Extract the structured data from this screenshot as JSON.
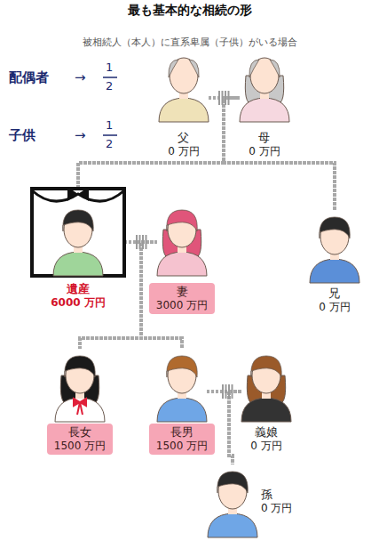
{
  "diagram": {
    "title": "最も基本的な相続の形",
    "nodes": [
      {
        "text": [
          "父",
          "0 万円"
        ]
      },
      {
        "text": [
          "母",
          "0 万円"
        ]
      },
      {
        "text": [
          "遺産",
          "6000 万円"
        ]
      },
      {
        "text": [
          "妻",
          "3000 万円"
        ]
      },
      {
        "text": [
          "兄",
          "0 万円"
        ]
      },
      {
        "text": [
          "長女",
          "1500 万円"
        ]
      },
      {
        "text": [
          "長男",
          "1500 万円"
        ]
      },
      {
        "text": [
          "義娘",
          "0 万円"
        ]
      },
      {
        "text": [
          "孫",
          "0 万円"
        ]
      }
    ],
    "edges": [
      {
        "from": 0,
        "to": 1,
        "arrow": "none"
      },
      {
        "from": 0,
        "to": 2,
        "arrow": "none"
      },
      {
        "from": 1,
        "to": 2,
        "arrow": "none"
      },
      {
        "from": 0,
        "to": 4,
        "arrow": "none"
      },
      {
        "from": 1,
        "to": 4,
        "arrow": "none"
      },
      {
        "from": 2,
        "to": 3,
        "arrow": "none"
      },
      {
        "from": 2,
        "to": 5,
        "arrow": "none"
      },
      {
        "from": 3,
        "to": 5,
        "arrow": "none"
      },
      {
        "from": 2,
        "to": 6,
        "arrow": "none"
      },
      {
        "from": 3,
        "to": 6,
        "arrow": "none"
      },
      {
        "from": 6,
        "to": 7,
        "arrow": "none"
      },
      {
        "from": 6,
        "to": 8,
        "arrow": "none"
      },
      {
        "from": 7,
        "to": 8,
        "arrow": "none"
      }
    ],
    "labels": [
      "被相続人（本人）に直系卑属（子供）がいる場合",
      "配偶者",
      "→",
      "1",
      "2",
      "子供",
      "→",
      "1",
      "2"
    ]
  }
}
